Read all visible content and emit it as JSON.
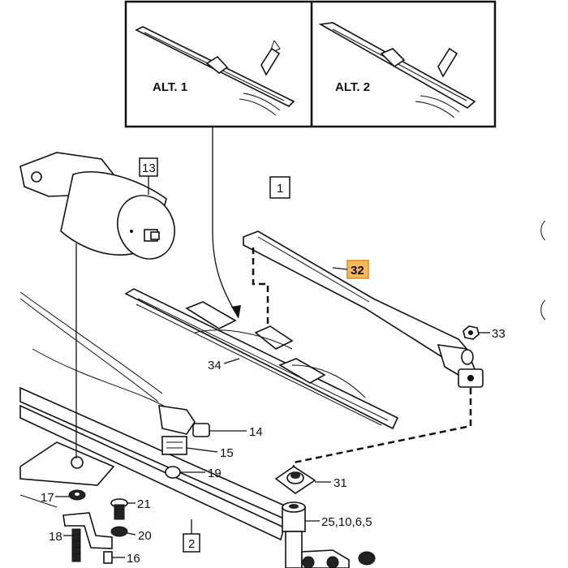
{
  "inset": {
    "alt1_label": "ALT. 1",
    "alt2_label": "ALT. 2"
  },
  "boxed_labels": {
    "motor": "13",
    "blade_group": "1",
    "frame": "2"
  },
  "highlighted_label": {
    "text": "32",
    "color": "#f5b95a",
    "border": "#e08a1a"
  },
  "callouts": {
    "nut_33": "33",
    "blade_34": "34",
    "connector_14": "14",
    "connector_15": "15",
    "grommet_19": "19",
    "washer_17": "17",
    "screw_21": "21",
    "screw_18": "18",
    "nut_20": "20",
    "screw_16": "16",
    "seal_31": "31",
    "shaft_group": "25,10,6,5"
  }
}
